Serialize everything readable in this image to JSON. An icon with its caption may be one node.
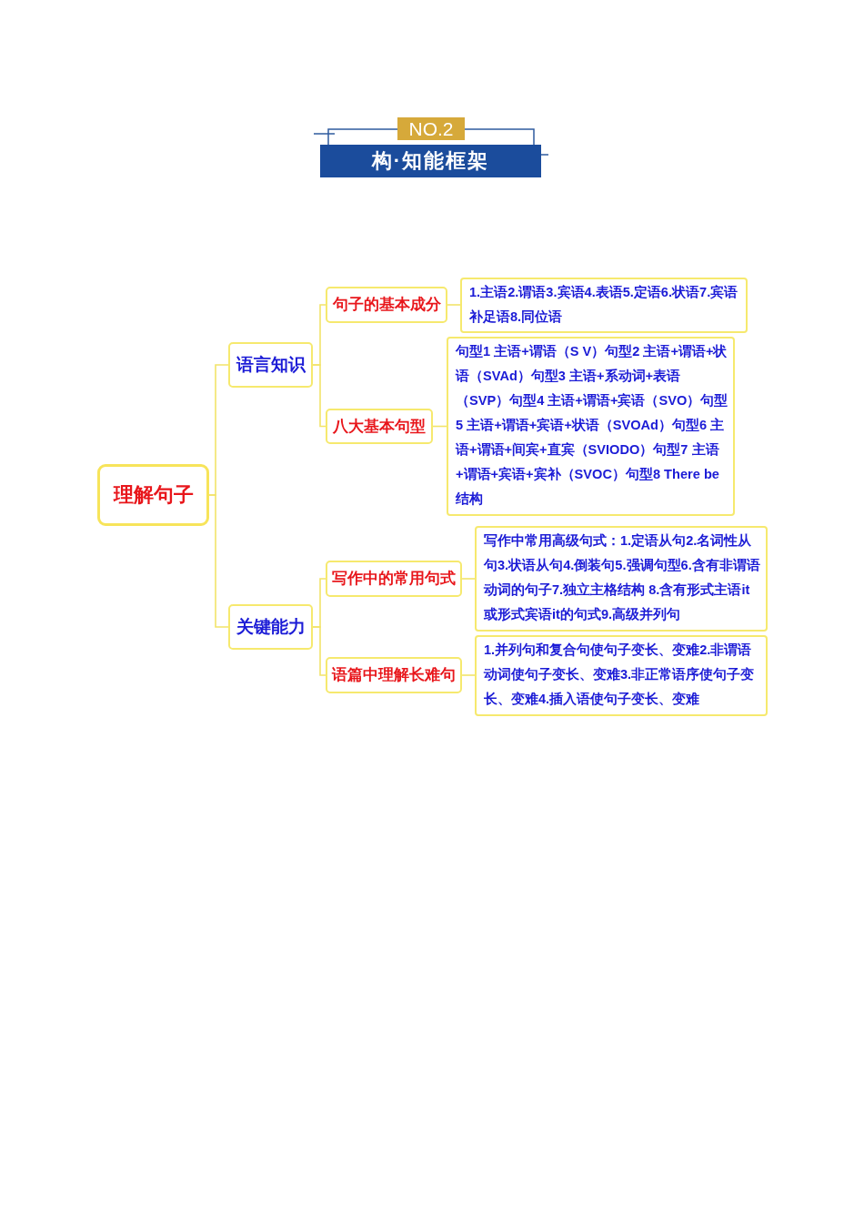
{
  "diagram": {
    "title": "构·知能框架",
    "nodes": [
      {
        "text": [
          "理解句子"
        ]
      },
      {
        "text": [
          "语言知识"
        ]
      },
      {
        "text": [
          "关键能力"
        ]
      },
      {
        "text": [
          "句子的基本成分"
        ]
      },
      {
        "text": [
          "八大基本句型"
        ]
      },
      {
        "text": [
          "写作中的常用句式"
        ]
      },
      {
        "text": [
          "语篇中理解长难句"
        ]
      },
      {
        "text": [
          "1.主语2.谓语3.宾语4.表语5.定语6.状语7.宾语补足语8.同位语"
        ]
      },
      {
        "text": [
          "句型1 主语+谓语（S V）句型2 主语+谓语+状语（SVAd）句型3 主语+系动词+表语（SVP）句型4 主语+谓语+宾语（SVO）句型5 主语+谓语+宾语+状语（SVOAd）句型6 主语+谓语+间宾+直宾（SVIODO）句型7 主语+谓语+宾语+宾补（SVOC）句型8 There be结构"
        ]
      },
      {
        "text": [
          "写作中常用高级句式：1.定语从句2.名词性从句3.状语从句4.倒装句5.强调句型6.含有非谓语动词的句子7.独立主格结构 8.含有形式主语it或形式宾语it的句式9.高级并列句"
        ]
      },
      {
        "text": [
          "1.并列句和复合句使句子变长、变难2.非谓语动词使句子变长、变难3.非正常语序使句子变长、变难4.插入语使句子变长、变难"
        ]
      }
    ],
    "edges": [
      {
        "from": 0,
        "to": 1,
        "arrow": "none"
      },
      {
        "from": 0,
        "to": 2,
        "arrow": "none"
      },
      {
        "from": 1,
        "to": 3,
        "arrow": "none"
      },
      {
        "from": 1,
        "to": 4,
        "arrow": "none"
      },
      {
        "from": 2,
        "to": 5,
        "arrow": "none"
      },
      {
        "from": 2,
        "to": 6,
        "arrow": "none"
      },
      {
        "from": 3,
        "to": 7,
        "arrow": "none"
      },
      {
        "from": 4,
        "to": 8,
        "arrow": "none"
      },
      {
        "from": 5,
        "to": 9,
        "arrow": "none"
      },
      {
        "from": 6,
        "to": 10,
        "arrow": "none"
      }
    ],
    "labels": [
      "NO.2"
    ]
  }
}
